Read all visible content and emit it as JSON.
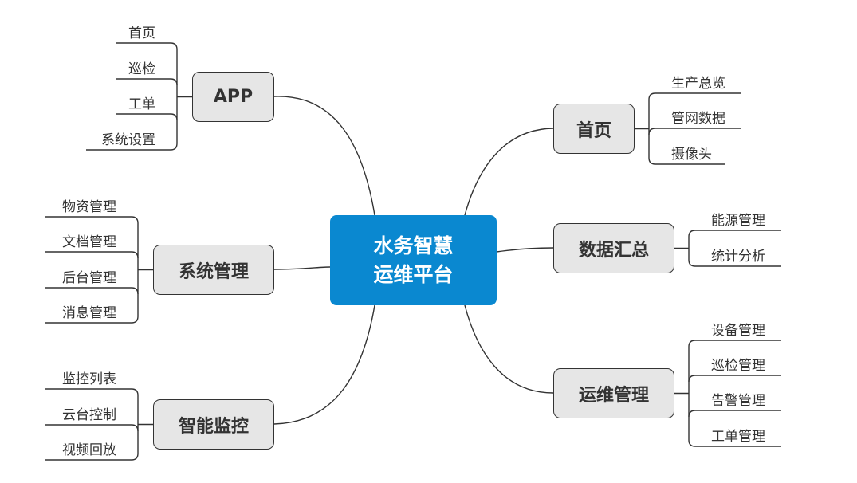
{
  "center": {
    "line1": "水务智慧",
    "line2": "运维平台",
    "color": "#0A88D0"
  },
  "branches": [
    {
      "label": "APP",
      "items": [
        "首页",
        "巡检",
        "工单",
        "系统设置"
      ]
    },
    {
      "label": "系统管理",
      "items": [
        "物资管理",
        "文档管理",
        "后台管理",
        "消息管理"
      ]
    },
    {
      "label": "智能监控",
      "items": [
        "监控列表",
        "云台控制",
        "视频回放"
      ]
    },
    {
      "label": "首页",
      "items": [
        "生产总览",
        "管网数据",
        "摄像头"
      ]
    },
    {
      "label": "数据汇总",
      "items": [
        "能源管理",
        "统计分析"
      ]
    },
    {
      "label": "运维管理",
      "items": [
        "设备管理",
        "巡检管理",
        "告警管理",
        "工单管理"
      ]
    }
  ]
}
